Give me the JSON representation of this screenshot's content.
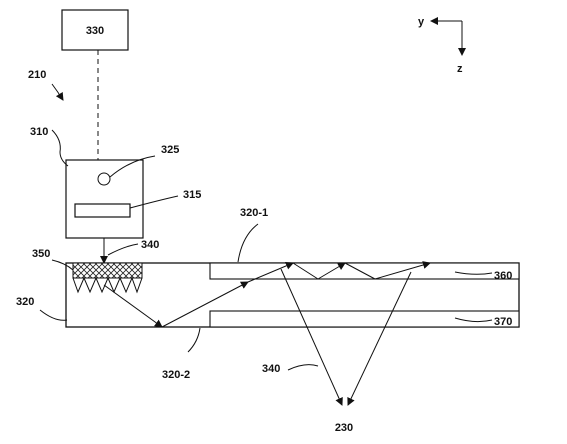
{
  "labels": {
    "box330": "330",
    "system": "210",
    "projector": "310",
    "source": "325",
    "display": "315",
    "grating": "350",
    "ray_in": "340",
    "waveguide": "320",
    "layer1": "320-1",
    "layer2": "320-2",
    "strip360": "360",
    "strip370": "370",
    "ray_out": "340",
    "eye": "230"
  },
  "axes": {
    "y": "y",
    "z": "z"
  }
}
